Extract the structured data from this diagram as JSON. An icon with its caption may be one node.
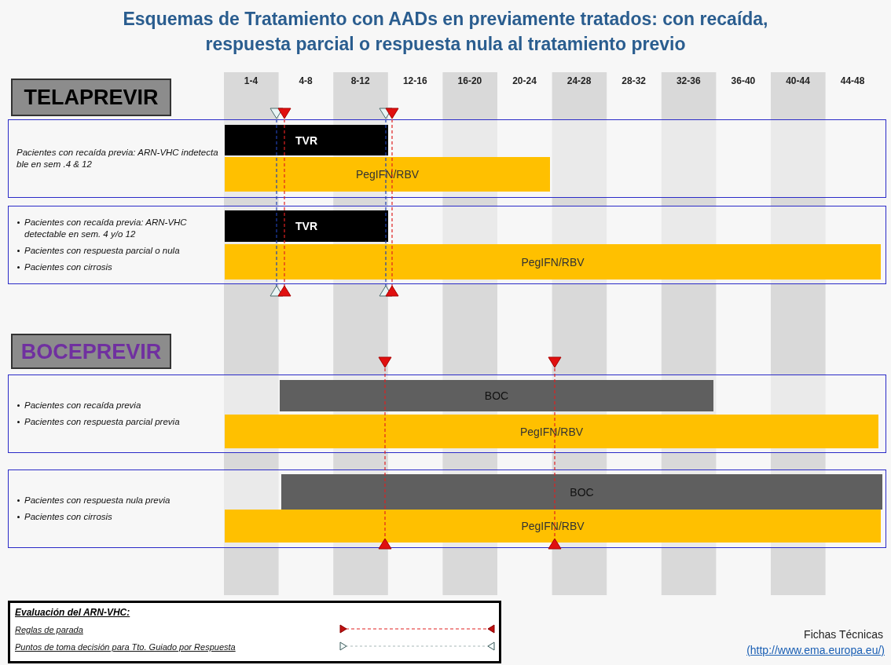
{
  "diagram": {
    "title": "Esquemas de Tratamiento con AADs en previamente tratados: con recaída, respuesta parcial o respuesta nula al tratamiento previo",
    "nodes": [
      {
        "text": [
          "TELAPREVIR"
        ]
      },
      {
        "text": [
          "Pacientes con recaída previa: ARN-VHC indetecta ble en sem .4 & 12"
        ]
      },
      {
        "text": [
          "TVR"
        ],
        "in": 1
      },
      {
        "text": [
          "PegIFN/RBV"
        ],
        "in": 1
      },
      {
        "text": [
          "Pacientes con recaída previa: ARN-VHC detectable en sem. 4 y/o 12",
          "Pacientes con respuesta parcial o nula",
          "Pacientes con cirrosis"
        ]
      },
      {
        "text": [
          "TVR"
        ],
        "in": 4
      },
      {
        "text": [
          "PegIFN/RBV"
        ],
        "in": 4
      },
      {
        "text": [
          "BOCEPREVIR"
        ]
      },
      {
        "text": [
          "Pacientes con recaída previa",
          "Pacientes con respuesta parcial previa"
        ]
      },
      {
        "text": [
          "BOC"
        ],
        "in": 8
      },
      {
        "text": [
          "PegIFN/RBV"
        ],
        "in": 8
      },
      {
        "text": [
          "Pacientes con respuesta nula previa",
          "Pacientes con cirrosis"
        ]
      },
      {
        "text": [
          "BOC"
        ],
        "in": 11
      },
      {
        "text": [
          "PegIFN/RBV"
        ],
        "in": 11
      }
    ],
    "labels": [
      "1-4",
      "4-8",
      "8-12",
      "12-16",
      "16-20",
      "20-24",
      "24-28",
      "28-32",
      "32-36",
      "36-40",
      "40-44",
      "44-48",
      "Evaluación del ARN-VHC:",
      "Fichas Técnicas",
      "(http://www.ema.europa.eu/)"
    ],
    "legend": [
      {
        "text": "Reglas de parada"
      },
      {
        "text": "Puntos de toma decisión para Tto. Guiado por Respuesta"
      }
    ]
  }
}
